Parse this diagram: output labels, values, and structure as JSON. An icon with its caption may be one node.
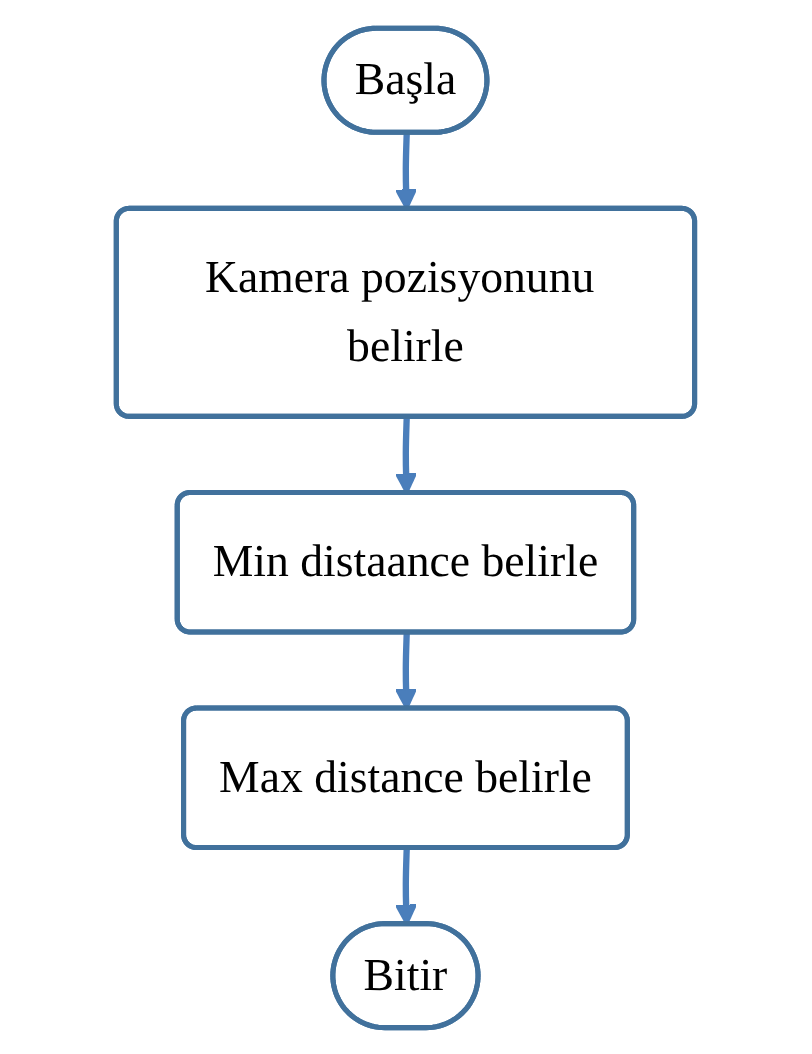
{
  "diagram": {
    "nodes": [
      {
        "text": [
          "Başla"
        ]
      },
      {
        "text": [
          "Kamera pozisyonunu belirle"
        ]
      },
      {
        "text": [
          "Min distaance belirle"
        ]
      },
      {
        "text": [
          "Max distance belirle"
        ]
      },
      {
        "text": [
          "Bitir"
        ]
      }
    ],
    "edges": [
      {
        "from": 0,
        "to": 1,
        "arrow": "to"
      },
      {
        "from": 1,
        "to": 2,
        "arrow": "to"
      },
      {
        "from": 2,
        "to": 3,
        "arrow": "to"
      },
      {
        "from": 3,
        "to": 4,
        "arrow": "to"
      }
    ]
  }
}
